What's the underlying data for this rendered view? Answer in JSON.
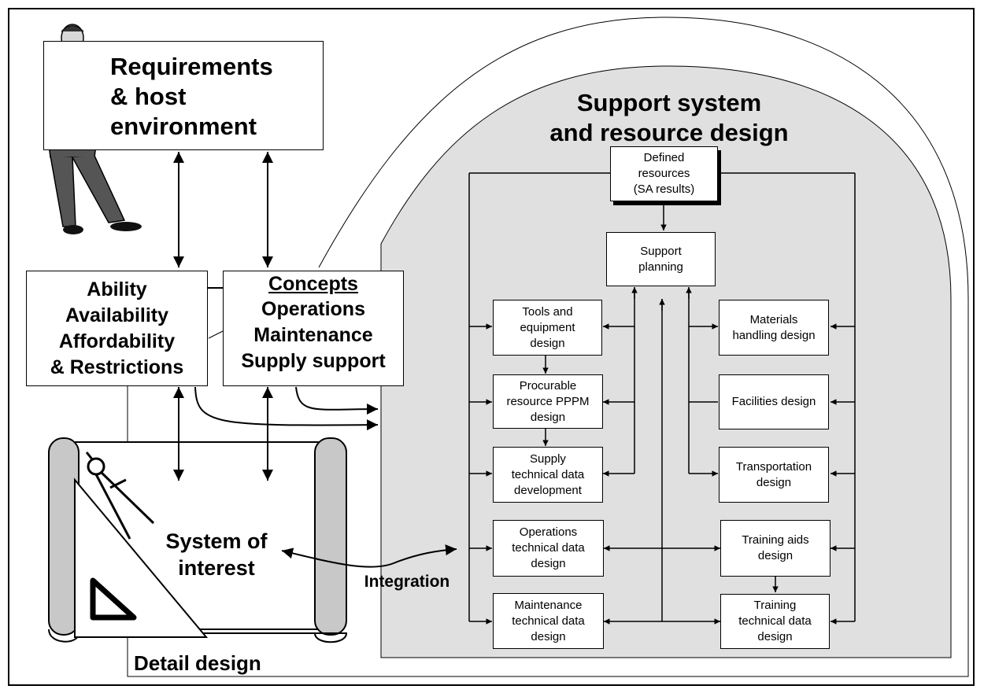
{
  "requirements": {
    "title": "Requirements\n& host\nenvironment"
  },
  "support_region": {
    "title": "Support system\nand resource design"
  },
  "ability": {
    "title": "Ability\nAvailability\nAffordability\n& Restrictions"
  },
  "concepts": {
    "heading": "Concepts",
    "lines": "Operations\nMaintenance\nSupply support"
  },
  "system_of_interest": {
    "title": "System of\ninterest"
  },
  "integration_label": "Integration",
  "detail_design_label": "Detail design",
  "boxes": {
    "defined_resources": "Defined\nresources\n(SA results)",
    "support_planning": "Support\nplanning",
    "tools_equipment": "Tools and\nequipment\ndesign",
    "procurable_resource": "Procurable\nresource PPPM\ndesign",
    "supply_technical": "Supply\ntechnical data\ndevelopment",
    "operations_technical": "Operations\ntechnical data\ndesign",
    "maintenance_technical": "Maintenance\ntechnical data\ndesign",
    "materials_handling": "Materials\nhandling design",
    "facilities": "Facilities design",
    "transportation": "Transportation\ndesign",
    "training_aids": "Training aids\ndesign",
    "training_technical": "Training\ntechnical data\ndesign"
  },
  "colors": {
    "region_fill": "#e0e0e0",
    "line": "#000000",
    "box_fill": "#ffffff"
  },
  "icons": [
    "businessman-figure",
    "blueprint-scroll",
    "drafting-compass",
    "set-square"
  ]
}
